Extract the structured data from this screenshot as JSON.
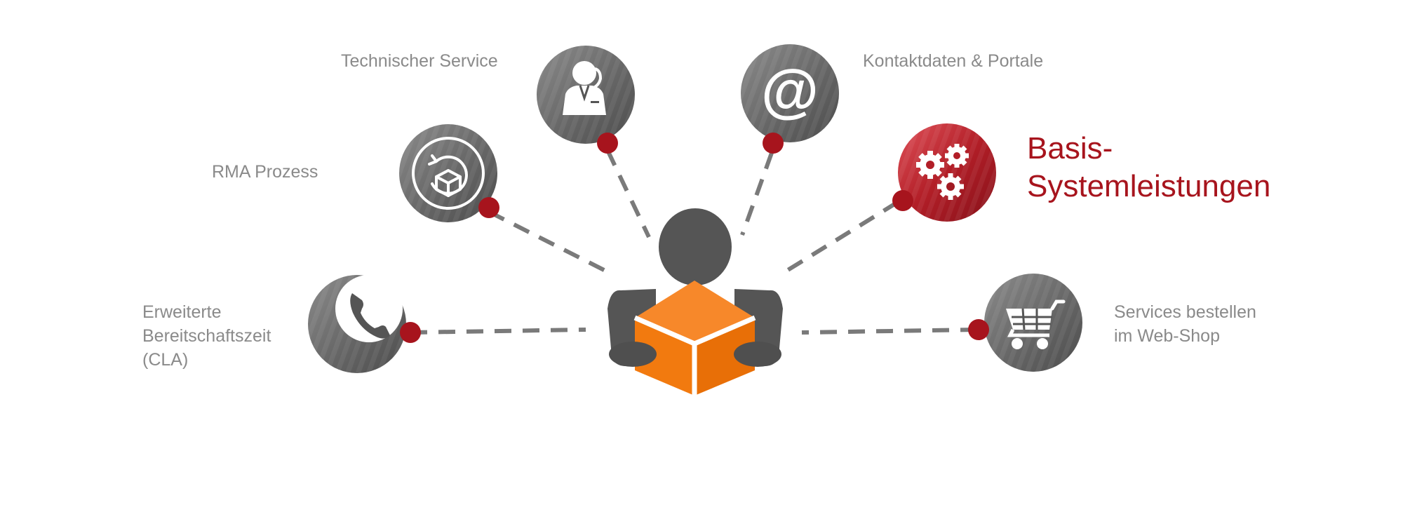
{
  "diagram": {
    "center": {
      "icon": "person-holding-box-icon"
    },
    "nodes": [
      {
        "id": "erweiterte-bereitschaftszeit",
        "label_lines": [
          "Erweiterte",
          "Bereitschaftszeit",
          "(CLA)"
        ],
        "icon": "phone-icon",
        "active": false
      },
      {
        "id": "rma-prozess",
        "label_lines": [
          "RMA Prozess"
        ],
        "icon": "box-return-icon",
        "active": false
      },
      {
        "id": "technischer-service",
        "label_lines": [
          "Technischer Service"
        ],
        "icon": "support-agent-icon",
        "active": false
      },
      {
        "id": "kontaktdaten-portale",
        "label_lines": [
          "Kontaktdaten & Portale"
        ],
        "icon": "at-sign-icon",
        "active": false
      },
      {
        "id": "basis-systemleistungen",
        "label_lines": [
          "Basis-",
          "Systemleistungen"
        ],
        "icon": "gears-icon",
        "active": true
      },
      {
        "id": "services-bestellen",
        "label_lines": [
          "Services bestellen",
          "im Web-Shop"
        ],
        "icon": "shopping-cart-icon",
        "active": false
      }
    ],
    "colors": {
      "node_dark": "#5a5a5a",
      "node_light": "#8c8c8c",
      "active_dark": "#8e0d16",
      "active_light": "#d8424a",
      "connector_dot": "#a7141d",
      "dashed_line": "#7a7a7a",
      "label_text": "#8a8a8a",
      "active_label_text": "#a7141d",
      "person": "#555555",
      "box_orange": "#f27a0f"
    }
  }
}
